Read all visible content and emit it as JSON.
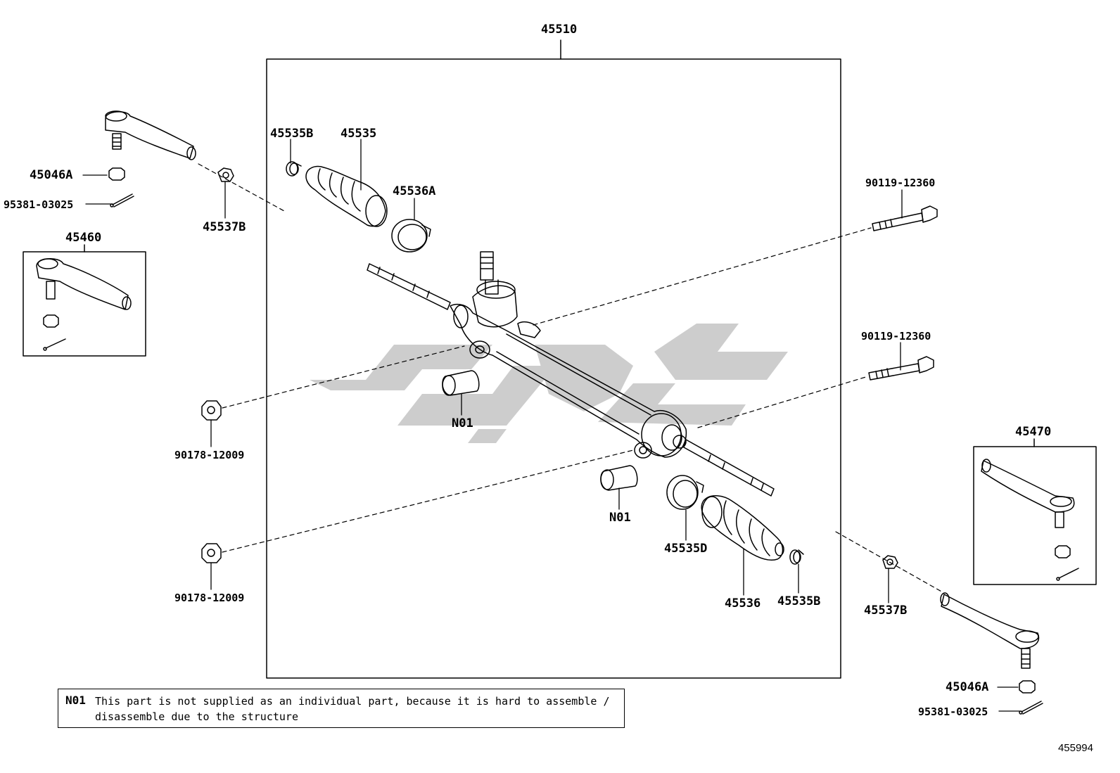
{
  "labels": {
    "assembly": "45510",
    "boot_clamp_left": "45535B",
    "boot_left": "45535",
    "clamp_left": "45536A",
    "bolt_upper": "90119-12360",
    "bolt_lower": "90119-12360",
    "nut_upper": "90178-12009",
    "nut_lower": "90178-12009",
    "bushing_left": "N01",
    "bushing_right": "N01",
    "clamp_right": "45535D",
    "boot_right": "45536",
    "boot_clamp_right": "45535B",
    "tie_rod_end_left": "45460",
    "tie_rod_end_right": "45470",
    "castle_nut_left": "45046A",
    "cotter_pin_left": "95381-03025",
    "locknut_left": "45537B",
    "castle_nut_right": "45046A",
    "cotter_pin_right": "95381-03025",
    "locknut_right": "45537B"
  },
  "note": {
    "code": "N01",
    "line1": "This part is not supplied as an individual part, because it is hard to assemble /",
    "line2": "disassemble due to the structure"
  },
  "document_id": "455994"
}
